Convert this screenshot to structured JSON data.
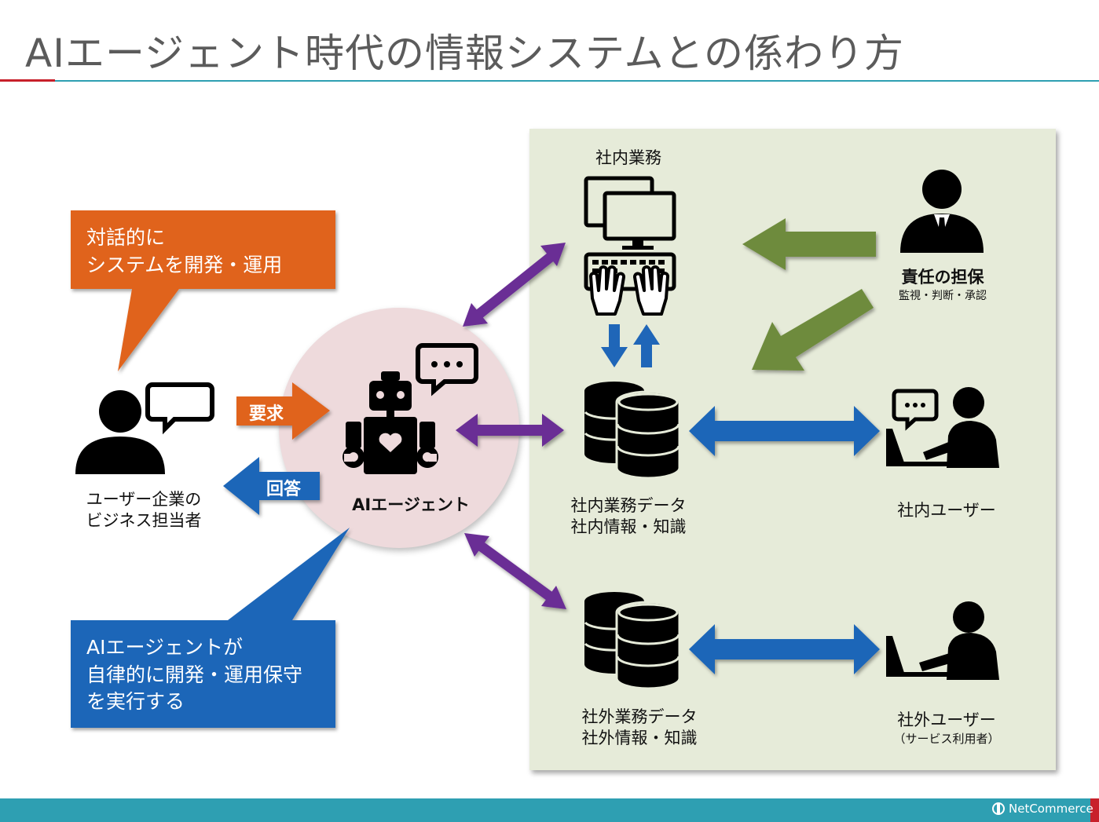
{
  "slide_title": "AIエージェント時代の情報システムとの係わり方",
  "callouts": {
    "orange_lines": [
      "対話的に",
      "システムを開発・運用"
    ],
    "blue_lines": [
      "AIエージェントが",
      "自律的に開発・運用保守",
      "を実行する"
    ]
  },
  "arrows": {
    "request": "要求",
    "answer": "回答"
  },
  "nodes": {
    "business_user_lines": [
      "ユーザー企業の",
      "ビジネス担当者"
    ],
    "ai_agent": "AIエージェント",
    "internal_work": "社内業務",
    "internal_data_lines": [
      "社内業務データ",
      "社内情報・知識"
    ],
    "external_data_lines": [
      "社外業務データ",
      "社外情報・知識"
    ],
    "responsibility": "責任の担保",
    "responsibility_sub": "監視・判断・承認",
    "internal_user": "社内ユーザー",
    "external_user": "社外ユーザー",
    "external_user_sub": "（サービス利用者）"
  },
  "footer": {
    "brand": "NetCommerce"
  },
  "colors": {
    "orange": "#e0641f",
    "blue": "#1f66b8",
    "purple": "#6a2e95",
    "green": "#6e8b3d",
    "panel": "#e6ebd9",
    "circle": "#eedadc",
    "teal": "#2e9fb2",
    "red": "#c8202a"
  }
}
